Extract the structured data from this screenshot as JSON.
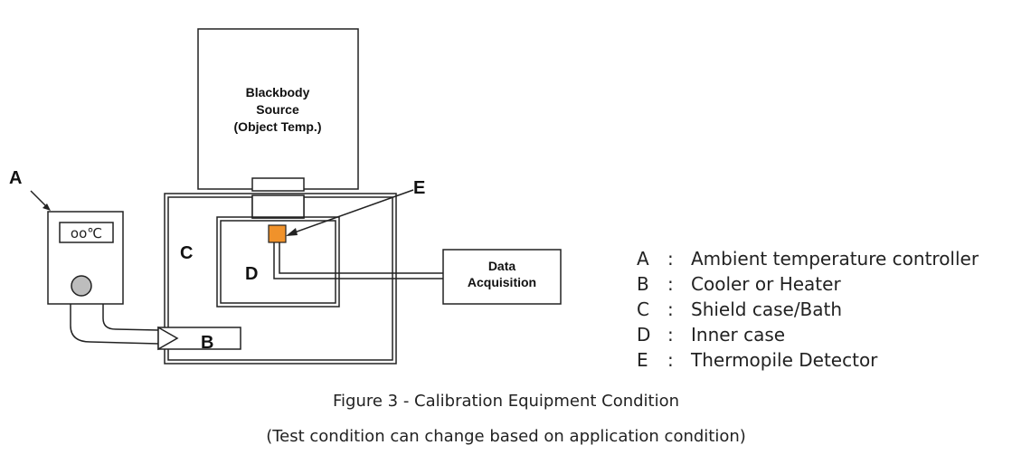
{
  "diagram": {
    "blackbody": {
      "line1": "Blackbody",
      "line2": "Source",
      "line3": "(Object Temp.)"
    },
    "labels": {
      "A": "A",
      "B": "B",
      "C": "C",
      "D": "D",
      "E": "E"
    },
    "controller_display": "oo℃",
    "data_acquisition": {
      "line1": "Data",
      "line2": "Acquisition"
    },
    "colors": {
      "detector": "#F0922B",
      "knob": "#BDBDBD",
      "stroke": "#222222"
    },
    "icons": {
      "controller_knob": "circle-knob-icon",
      "detector": "square-detector-icon"
    }
  },
  "legend": [
    {
      "key": "A",
      "sep": ":",
      "desc": "Ambient temperature controller"
    },
    {
      "key": "B",
      "sep": ":",
      "desc": "Cooler or Heater"
    },
    {
      "key": "C",
      "sep": ":",
      "desc": "Shield case/Bath"
    },
    {
      "key": "D",
      "sep": ":",
      "desc": "Inner case"
    },
    {
      "key": "E",
      "sep": ":",
      "desc": "Thermopile Detector"
    }
  ],
  "caption": {
    "title": "Figure 3 - Calibration Equipment Condition",
    "note": "(Test condition can change based on application condition)"
  }
}
